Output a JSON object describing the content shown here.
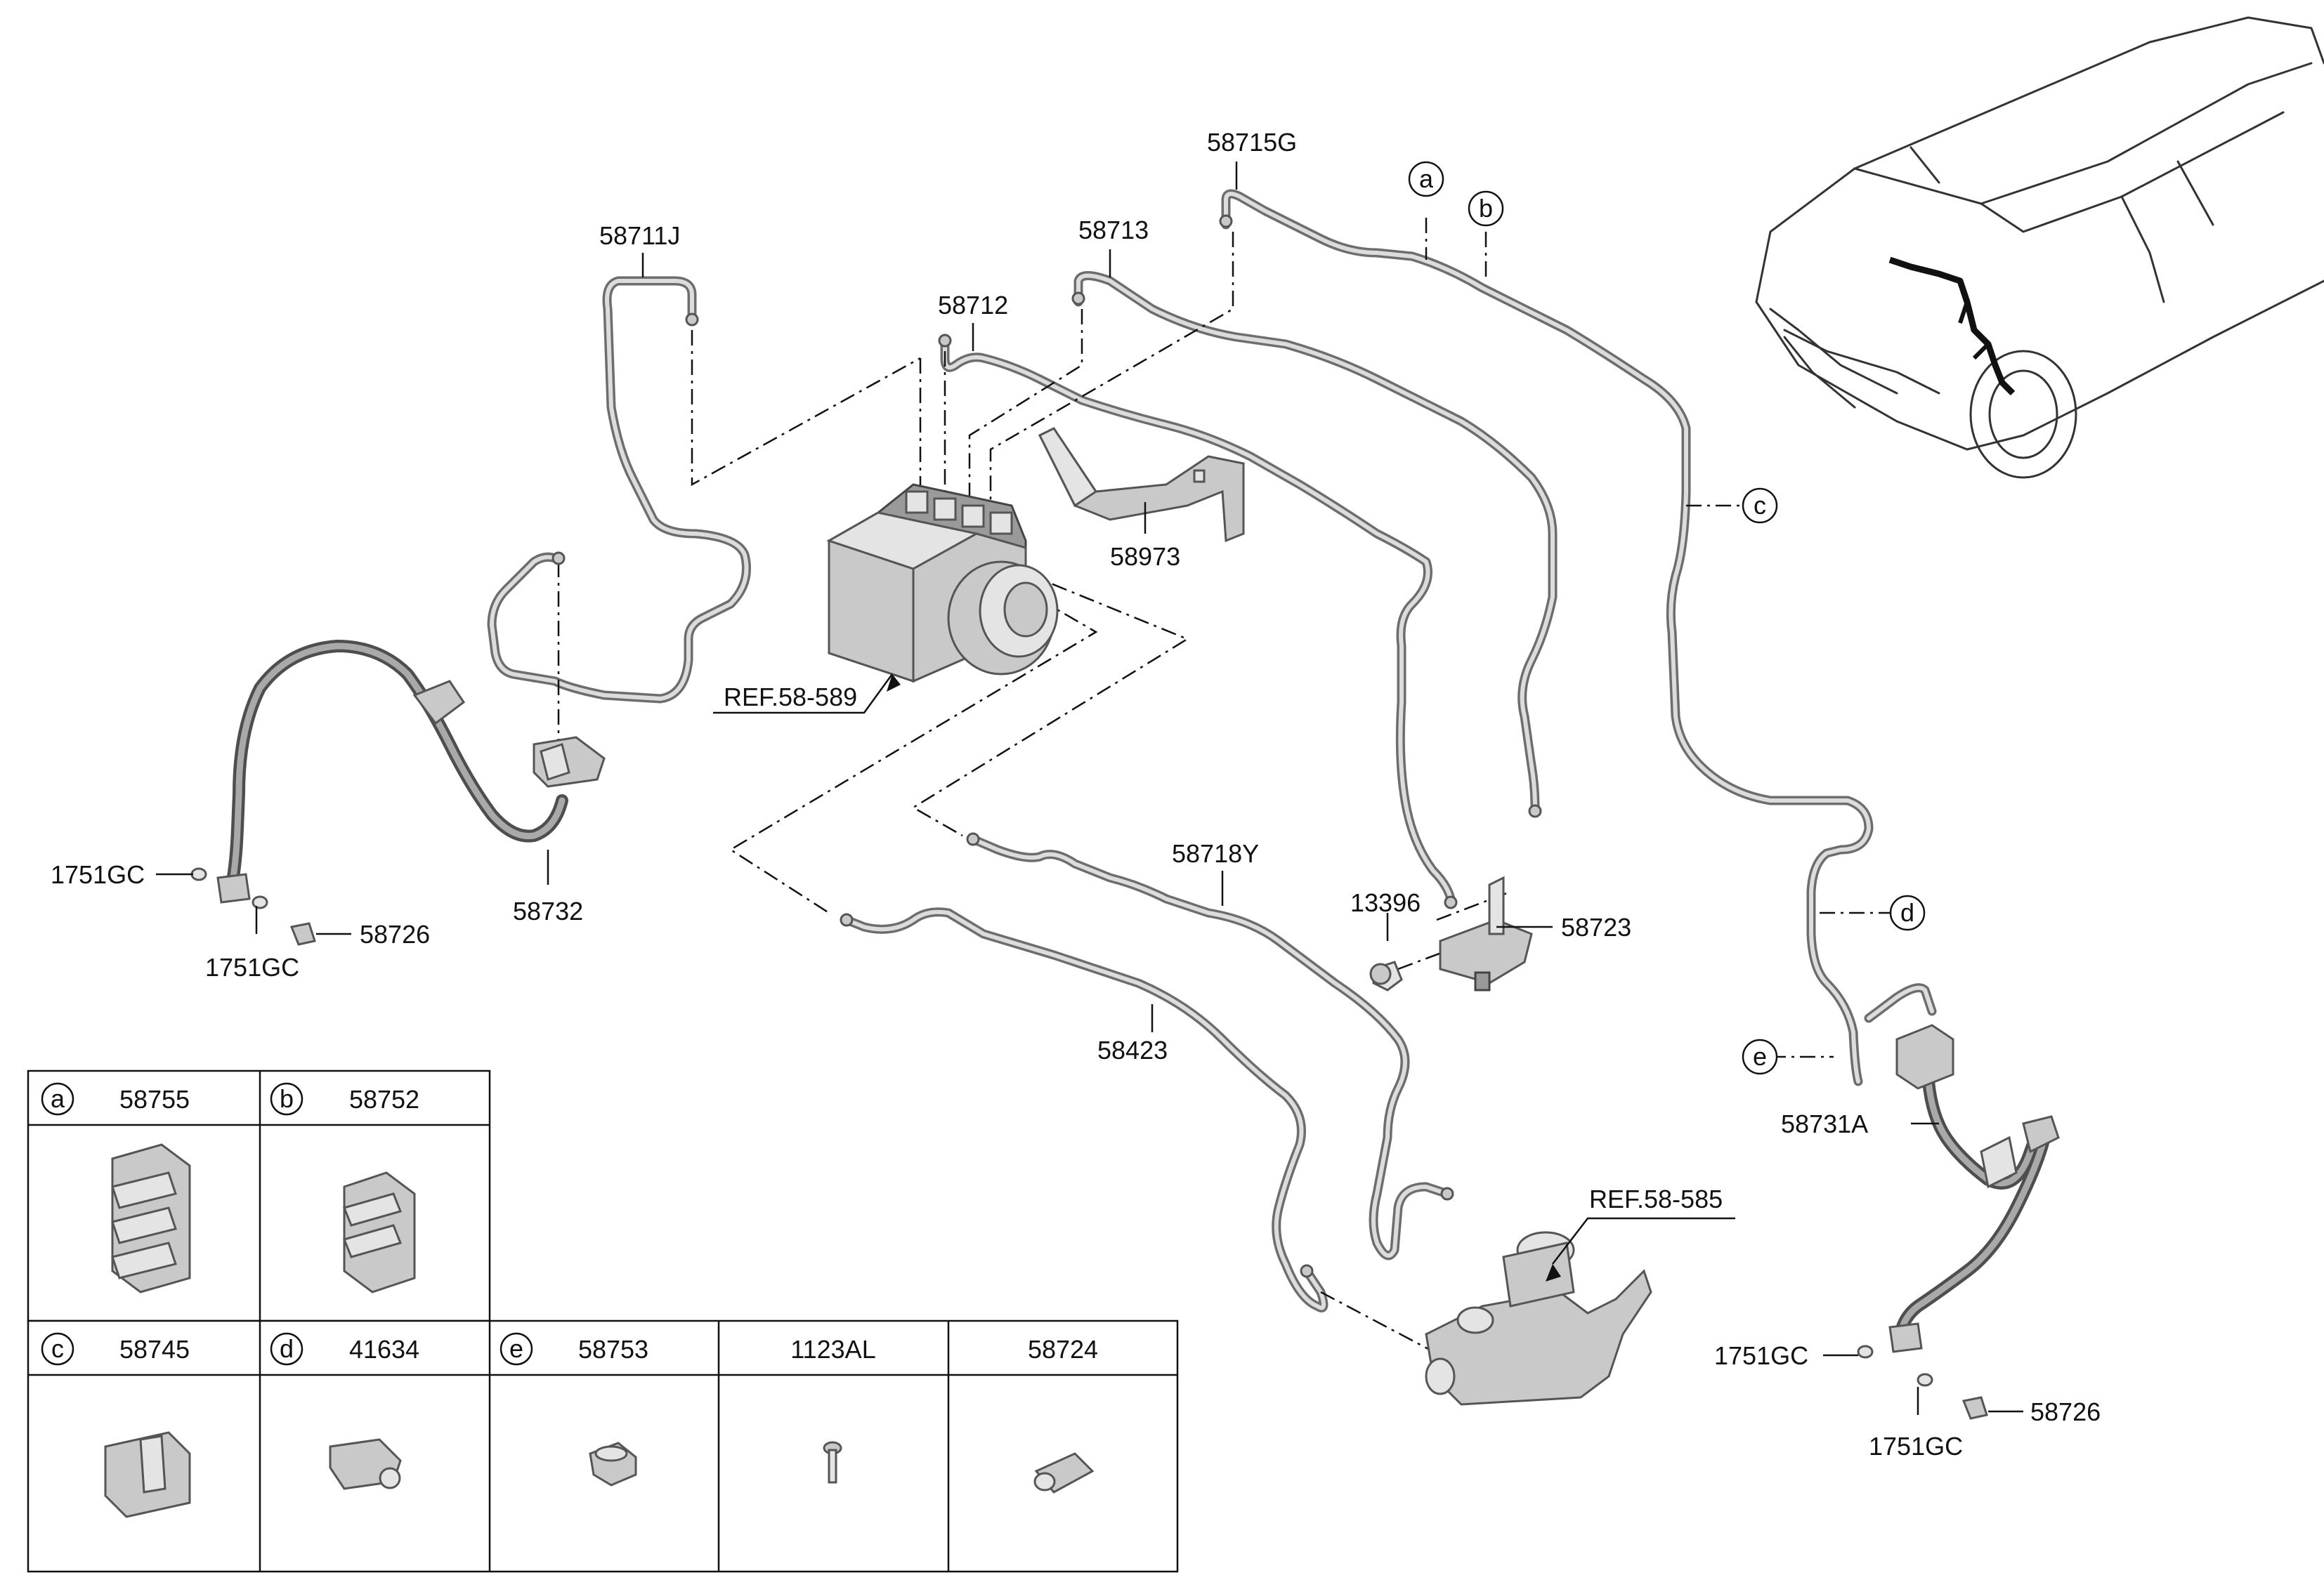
{
  "callouts": {
    "p58715G": "58715G",
    "p58711J": "58711J",
    "p58713": "58713",
    "p58712": "58712",
    "p58973": "58973",
    "ref58589": "REF.58-589",
    "p1751GC_a": "1751GC",
    "p1751GC_b": "1751GC",
    "p58726_a": "58726",
    "p58732": "58732",
    "p13396": "13396",
    "p58723": "58723",
    "p58718Y": "58718Y",
    "p58423": "58423",
    "ref58585": "REF.58-585",
    "p58731A": "58731A",
    "p1751GC_c": "1751GC",
    "p1751GC_d": "1751GC",
    "p58726_b": "58726"
  },
  "letters": {
    "a": "a",
    "b": "b",
    "c": "c",
    "d": "d",
    "e": "e"
  },
  "legend": {
    "row1": [
      {
        "letter": "a",
        "part": "58755"
      },
      {
        "letter": "b",
        "part": "58752"
      }
    ],
    "row2": [
      {
        "letter": "c",
        "part": "58745"
      },
      {
        "letter": "d",
        "part": "41634"
      },
      {
        "letter": "e",
        "part": "58753"
      },
      {
        "letter": "",
        "part": "1123AL"
      },
      {
        "letter": "",
        "part": "58724"
      }
    ]
  },
  "colors": {
    "line": "#111111",
    "part_fill": "#c9c9c9",
    "tube": "#6d6d6d"
  }
}
